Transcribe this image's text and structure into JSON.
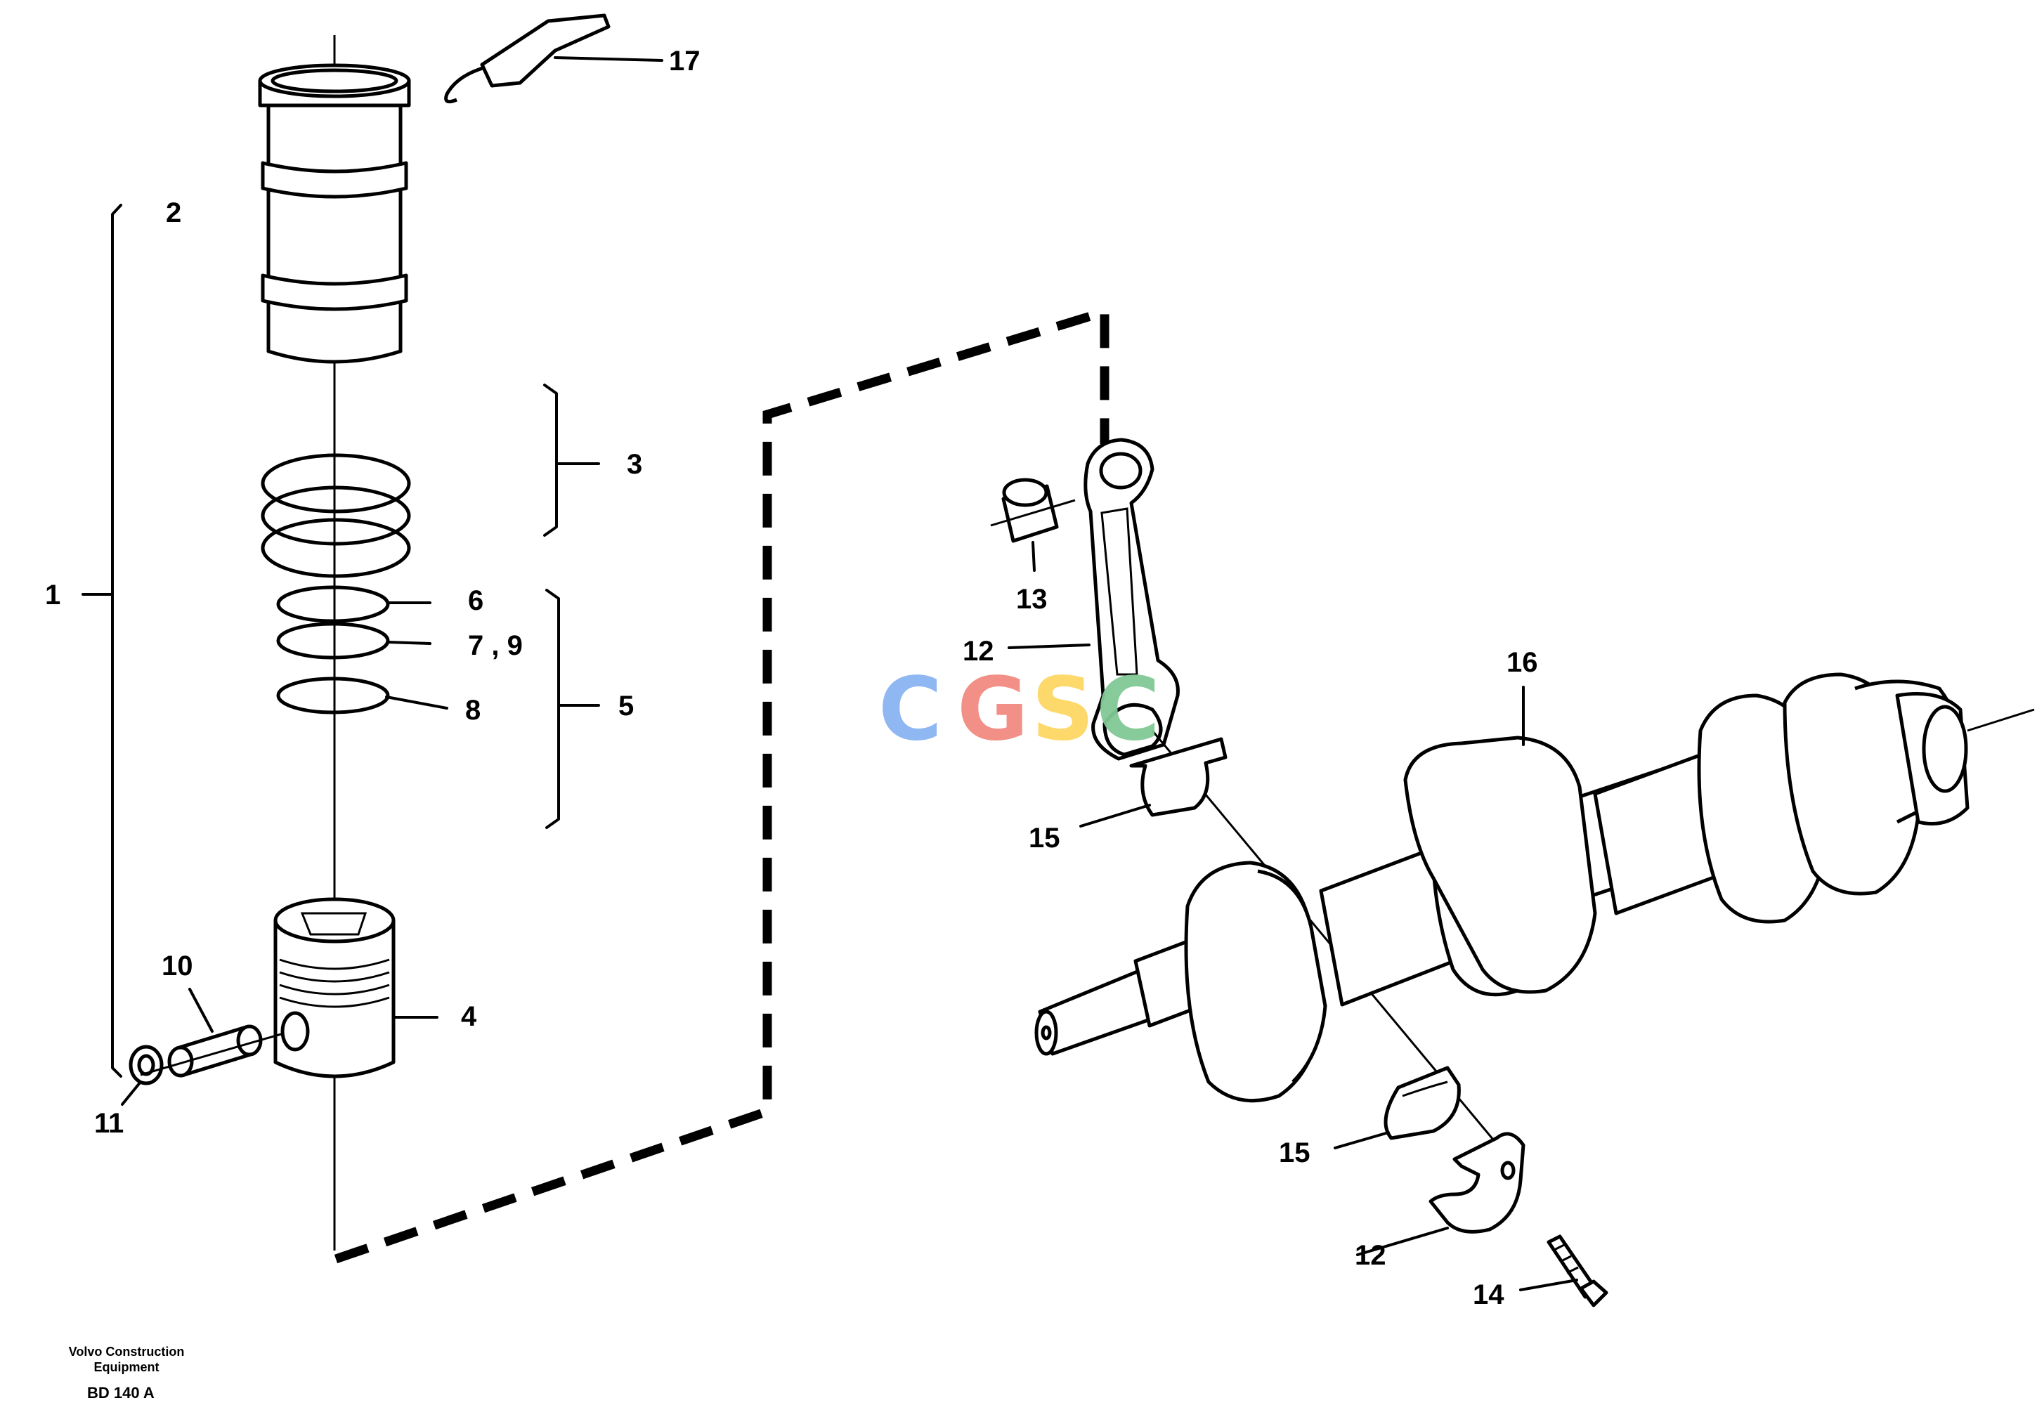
{
  "callouts": {
    "c1": "1",
    "c2": "2",
    "c3": "3",
    "c4": "4",
    "c5": "5",
    "c6": "6",
    "c79": "7 , 9",
    "c8": "8",
    "c10": "10",
    "c11": "11",
    "c12a": "12",
    "c12b": "12",
    "c13": "13",
    "c14": "14",
    "c15a": "15",
    "c15b": "15",
    "c16": "16",
    "c17": "17"
  },
  "footer": {
    "brand_line1": "Volvo Construction",
    "brand_line2": "Equipment",
    "drawing_code": "BD 140 A"
  },
  "watermark": {
    "letters": [
      "C",
      "G",
      "S",
      "C"
    ],
    "colors": [
      "#8ab4f2",
      "#f28b82",
      "#fdd663",
      "#81c995"
    ]
  }
}
